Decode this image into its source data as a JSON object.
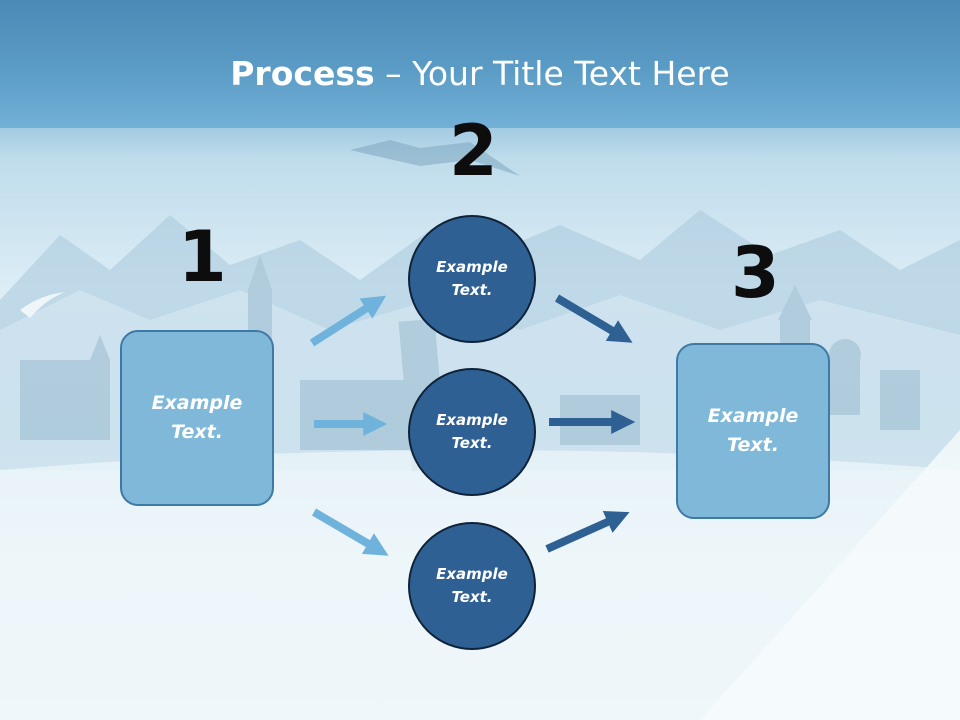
{
  "slide": {
    "title_bold": "Process",
    "title_rest": " – Your Title Text Here"
  },
  "steps": [
    {
      "number": "1",
      "label": "Example Text."
    },
    {
      "number": "2",
      "items": [
        "Example Text.",
        "Example Text.",
        "Example Text."
      ]
    },
    {
      "number": "3",
      "label": "Example Text."
    }
  ],
  "colors": {
    "box_fill": "#7fb8d8",
    "box_border": "#3f7aa6",
    "circle_fill": "#2f6094",
    "circle_border": "#0e2338",
    "arrow_light": "#6fb3dc",
    "arrow_dark": "#2f6094",
    "title_band": "#5b9cc6"
  },
  "icons": [
    "arrow-right-icon"
  ]
}
